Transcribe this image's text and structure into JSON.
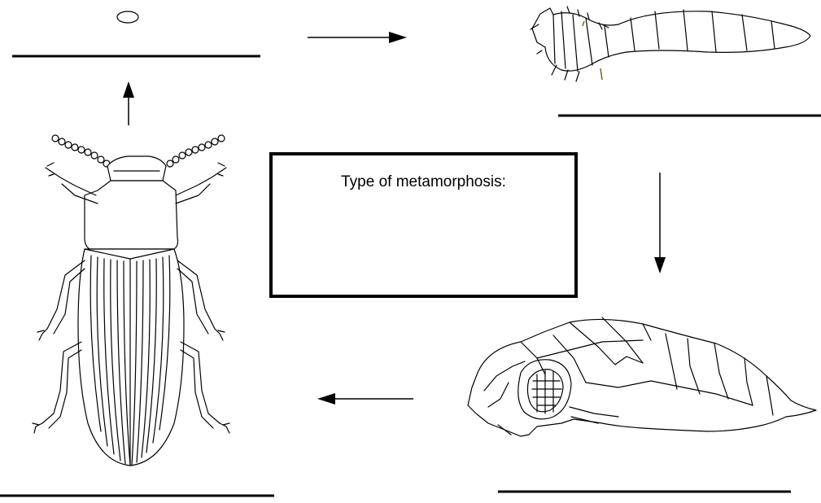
{
  "box": {
    "label": "Type of metamorphosis:"
  },
  "stages": [
    "egg",
    "larva",
    "pupa",
    "adult"
  ],
  "colors": {
    "ink": "#000000",
    "background": "#ffffff",
    "larva_legs": "#8b5a2b"
  }
}
